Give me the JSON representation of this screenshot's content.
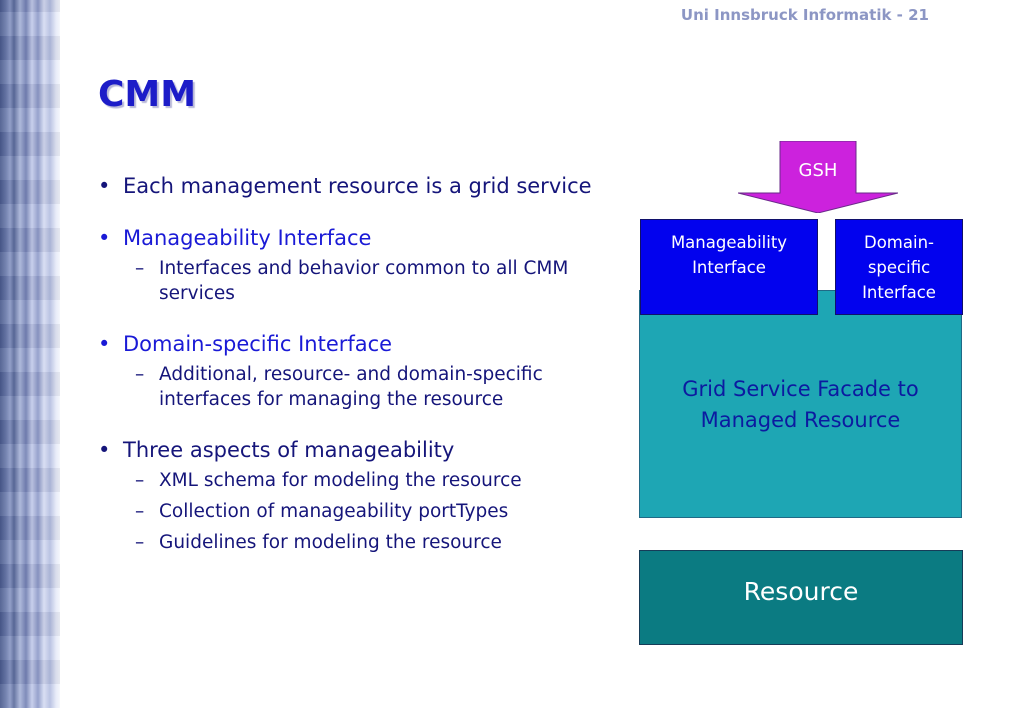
{
  "header": {
    "slide_ref": "Uni Innsbruck Informatik - 21"
  },
  "title": "CMM",
  "bullets": [
    {
      "text": "Each management resource is a grid service",
      "subitems": []
    },
    {
      "text": "Manageability Interface",
      "subitems": [
        "Interfaces and behavior common to all CMM services"
      ]
    },
    {
      "text": "Domain-specific Interface",
      "subitems": [
        "Additional, resource- and domain-specific interfaces for managing the resource"
      ]
    },
    {
      "text": "Three aspects of manageability",
      "subitems": [
        "XML schema for modeling the resource",
        "Collection of manageability portTypes",
        "Guidelines for modeling the resource"
      ]
    }
  ],
  "diagram": {
    "gsh": "GSH",
    "manageability_line1": "Manageability",
    "manageability_line2": "Interface",
    "domain_line1": "Domain-",
    "domain_line2": "specific",
    "domain_line3": "Interface",
    "facade_line1": "Grid Service Facade to",
    "facade_line2": "Managed Resource",
    "resource": "Resource"
  },
  "colors": {
    "title": "#1c1cc8",
    "bullet_text": "#15157a",
    "highlight_text": "#1a1ad6",
    "gsh_arrow": "#cc22dd",
    "interface_box": "#0202ee",
    "facade_box": "#1ea6b4",
    "resource_box": "#0b7b82"
  }
}
